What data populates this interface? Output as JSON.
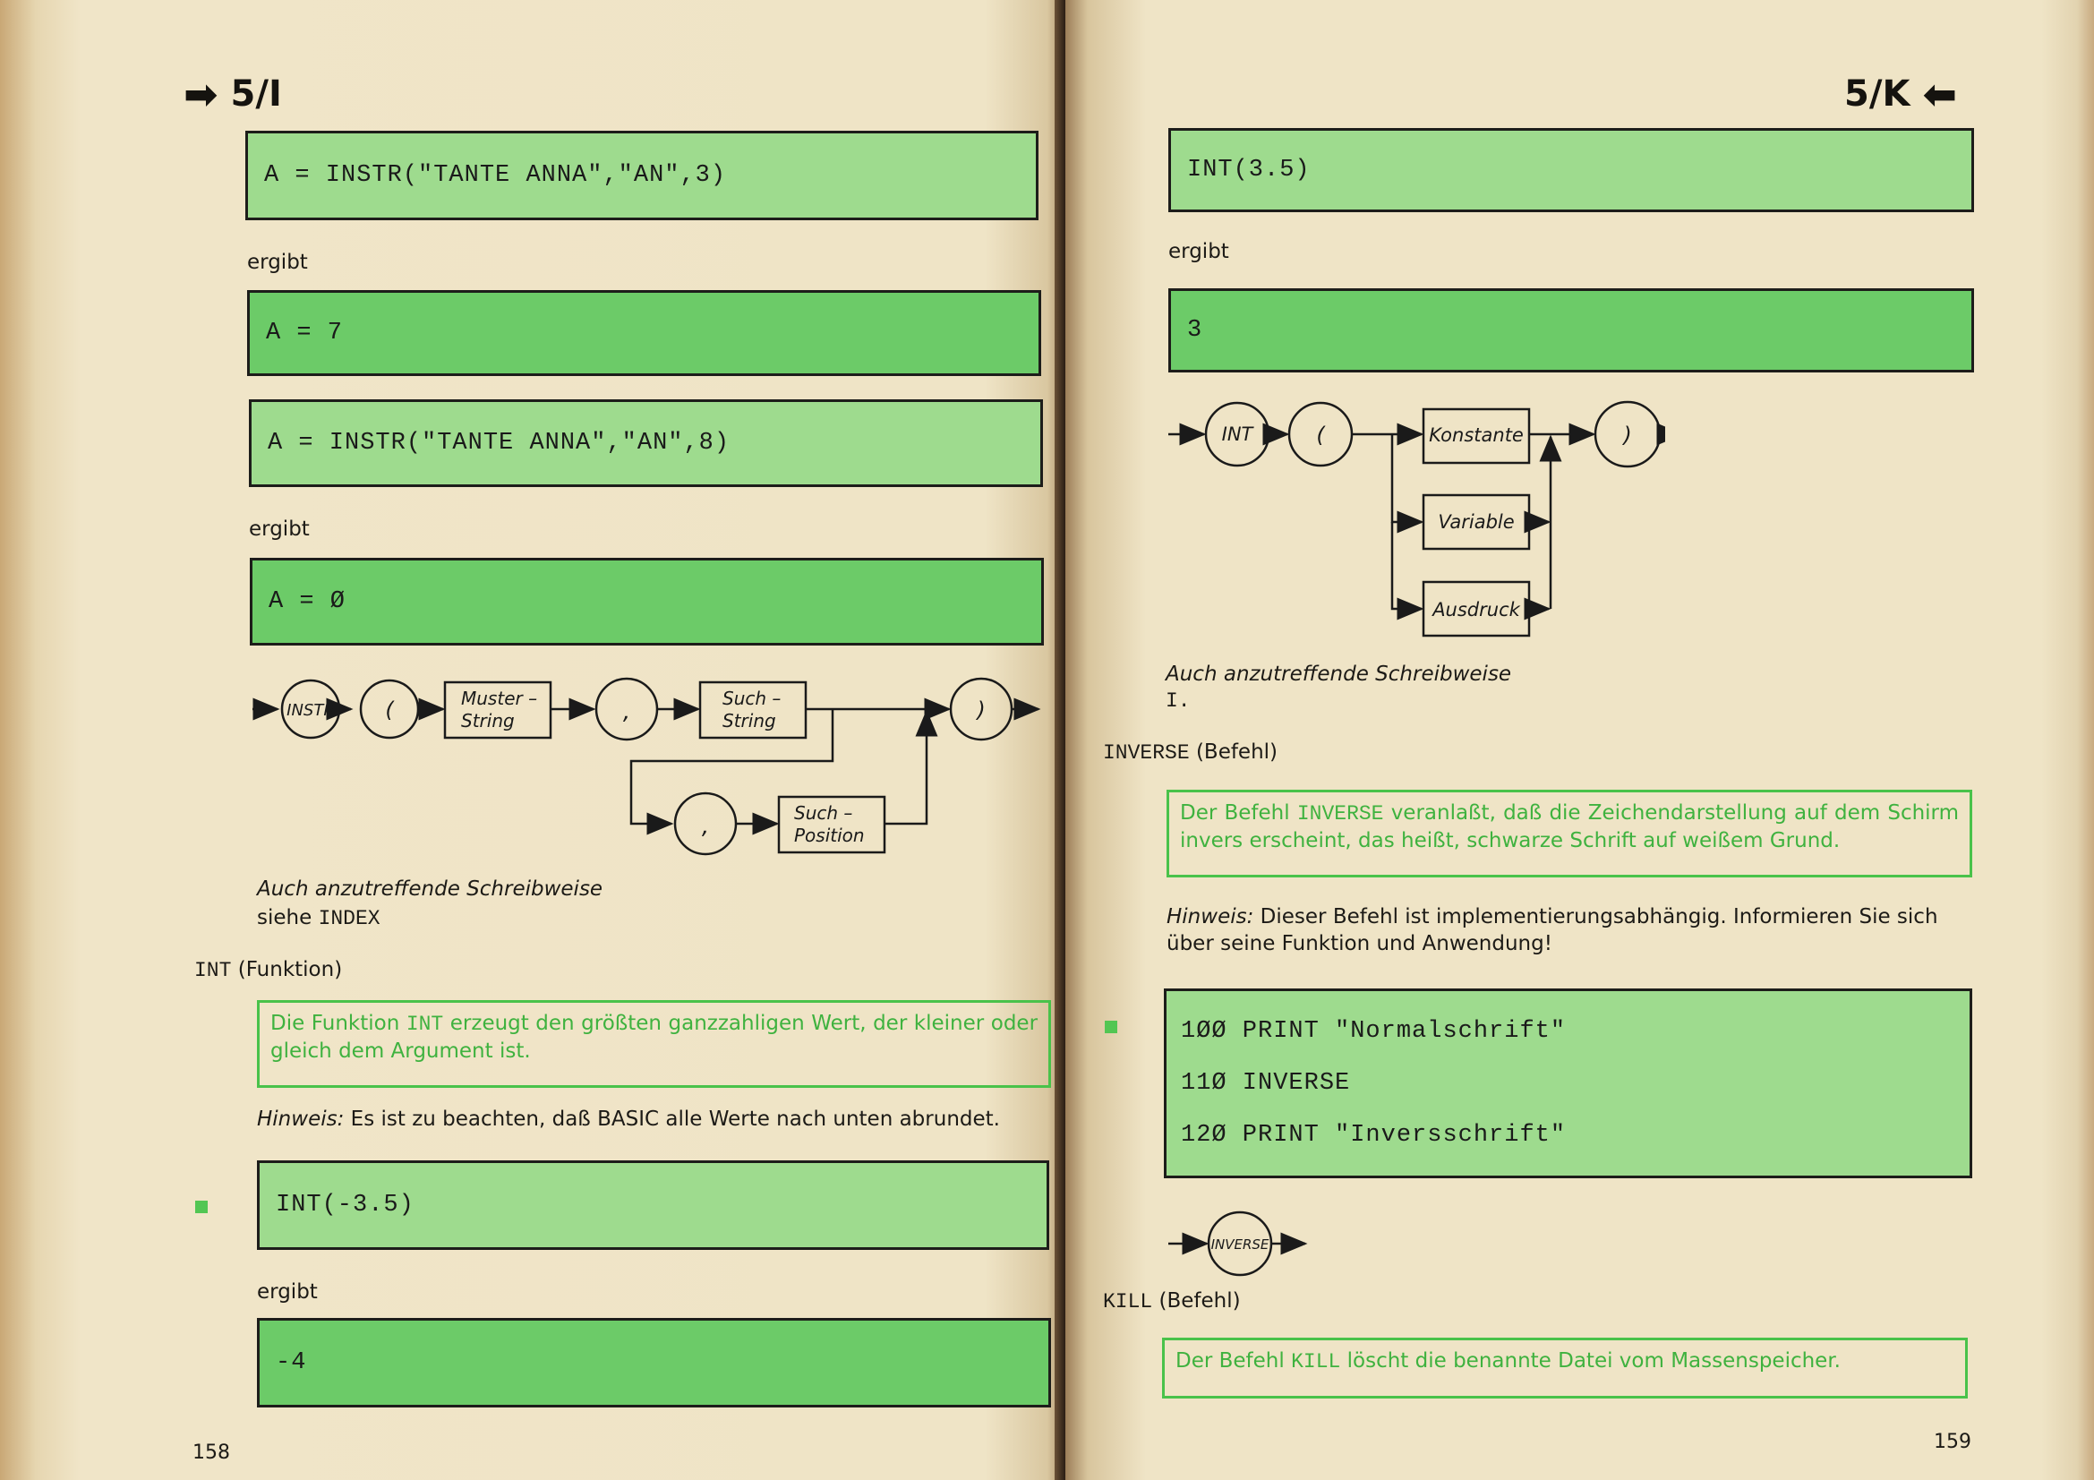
{
  "left_page": {
    "header": "5/I",
    "boxes": {
      "b1": "A = INSTR(\"TANTE ANNA\",\"AN\",3)",
      "r1": "A = 7",
      "b2": "A = INSTR(\"TANTE ANNA\",\"AN\",8)",
      "r2": "A = Ø",
      "b3": "INT(-3.5)",
      "r3": "-4"
    },
    "ergibt": "ergibt",
    "diagram": {
      "instr": "INSTR",
      "open": "(",
      "muster_1": "Muster –",
      "muster_2": "String",
      "comma": ",",
      "such_1": "Such –",
      "such_2": "String",
      "close": ")",
      "pos_1": "Such –",
      "pos_2": "Position"
    },
    "alt_notation": "Auch anzutreffende Schreibweise",
    "see_prefix": "siehe",
    "see_term": "INDEX",
    "entry_term": "INT",
    "entry_type": "(Funktion)",
    "def_1": "Die Funktion",
    "def_kw": "INT",
    "def_2": "erzeugt den größten ganzzahligen Wert, der kleiner oder gleich dem Argument ist.",
    "hint_label": "Hinweis:",
    "hint_text": "Es ist zu beachten, daß BASIC alle Werte nach unten abrundet.",
    "page_number": "158"
  },
  "right_page": {
    "header": "5/K",
    "boxes": {
      "b1": "INT(3.5)",
      "r1": "3",
      "prog_1": "1ØØ PRINT \"Normalschrift\"",
      "prog_2": "11Ø INVERSE",
      "prog_3": "12Ø PRINT \"Inversschrift\""
    },
    "ergibt": "ergibt",
    "diagram": {
      "int": "INT",
      "open": "(",
      "konstante": "Konstante",
      "variable": "Variable",
      "ausdruck": "Ausdruck",
      "close": ")",
      "inverse": "INVERSE"
    },
    "alt_notation": "Auch anzutreffende Schreibweise",
    "alt_term": "I.",
    "entry1_term": "INVERSE",
    "entry1_type": "(Befehl)",
    "def1_1": "Der Befehl",
    "def1_kw": "INVERSE",
    "def1_2": "veranlaßt, daß die Zeichendarstellung auf dem Schirm invers erscheint, das heißt, schwarze Schrift auf weißem Grund.",
    "hint_label": "Hinweis:",
    "hint_text": "Dieser Befehl ist implementierungsabhängig. Informieren Sie sich über seine Funktion und Anwendung!",
    "entry2_term": "KILL",
    "entry2_type": "(Befehl)",
    "def2_1": "Der Befehl",
    "def2_kw": "KILL",
    "def2_2": "löscht die benannte Datei vom Massenspeicher.",
    "page_number": "159"
  },
  "colors": {
    "box_light": "#9edb8e",
    "box_dark": "#6ccb68",
    "definition_green": "#3fb23f",
    "paper": "#efe4c6"
  }
}
